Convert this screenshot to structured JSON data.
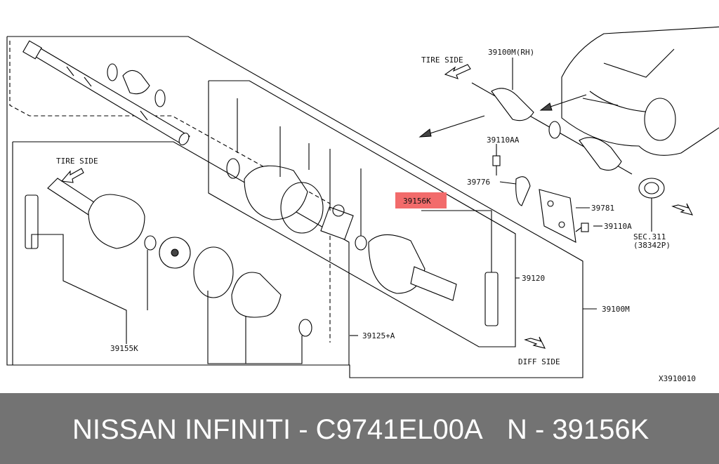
{
  "labels": {
    "tire_side_top": "TIRE SIDE",
    "tire_side_left": "TIRE SIDE",
    "p39100m_rh": "39100M(RH)",
    "p39110aa": "39110AA",
    "p39776": "39776",
    "p39781": "39781",
    "p39110a": "39110A",
    "sec311": "SEC.311",
    "p38342p": "(38342P)",
    "p39156k": "39156K",
    "p39120": "39120",
    "p39100m": "39100M",
    "p39125a": "39125+A",
    "p39155k": "39155K",
    "diff_side": "DIFF SIDE",
    "drawing_no": "X3910010"
  },
  "footer": {
    "left": "NISSAN  INFINITI - C9741EL00A",
    "right": "N - 39156K"
  },
  "colors": {
    "highlight": "#f26b6b",
    "footer_bg": "#737373"
  }
}
